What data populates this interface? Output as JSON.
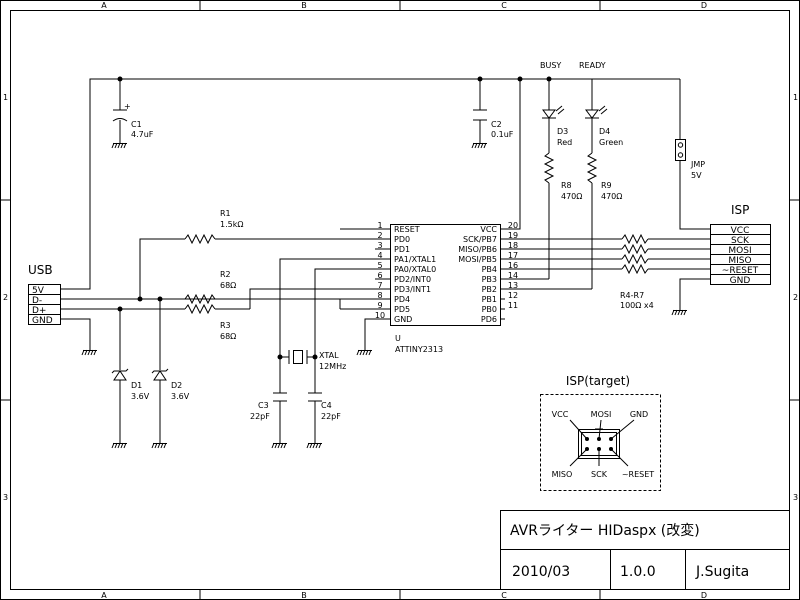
{
  "frame": {
    "col_labels": [
      "A",
      "B",
      "C",
      "D"
    ],
    "row_labels": [
      "1",
      "2",
      "3"
    ]
  },
  "usb": {
    "title": "USB",
    "pins": [
      "5V",
      "D-",
      "D+",
      "GND"
    ]
  },
  "isp_connector": {
    "title": "ISP",
    "pins": [
      "VCC",
      "SCK",
      "MOSI",
      "MISO",
      "~RESET",
      "GND"
    ]
  },
  "isp_target": {
    "title": "ISP(target)",
    "top_labels": [
      "VCC",
      "MOSI",
      "GND"
    ],
    "bottom_labels": [
      "MISO",
      "SCK",
      "~RESET"
    ]
  },
  "mcu": {
    "ref": "U",
    "part": "ATTINY2313",
    "left_pins": [
      {
        "num": "1",
        "name": "RESET"
      },
      {
        "num": "2",
        "name": "PD0"
      },
      {
        "num": "3",
        "name": "PD1"
      },
      {
        "num": "4",
        "name": "PA1/XTAL1"
      },
      {
        "num": "5",
        "name": "PA0/XTAL0"
      },
      {
        "num": "6",
        "name": "PD2/INT0"
      },
      {
        "num": "7",
        "name": "PD3/INT1"
      },
      {
        "num": "8",
        "name": "PD4"
      },
      {
        "num": "9",
        "name": "PD5"
      },
      {
        "num": "10",
        "name": "GND"
      }
    ],
    "right_pins": [
      {
        "num": "20",
        "name": "VCC"
      },
      {
        "num": "19",
        "name": "SCK/PB7"
      },
      {
        "num": "18",
        "name": "MISO/PB6"
      },
      {
        "num": "17",
        "name": "MOSI/PB5"
      },
      {
        "num": "16",
        "name": "PB4"
      },
      {
        "num": "14",
        "name": "PB3"
      },
      {
        "num": "13",
        "name": "PB2"
      },
      {
        "num": "12",
        "name": "PB1"
      },
      {
        "num": "11",
        "name": "PB0"
      },
      {
        "num": "",
        "name": "PD6"
      }
    ]
  },
  "components": {
    "c1": {
      "ref": "C1",
      "value": "4.7uF"
    },
    "c2": {
      "ref": "C2",
      "value": "0.1uF"
    },
    "c3": {
      "ref": "C3",
      "value": "22pF"
    },
    "c4": {
      "ref": "C4",
      "value": "22pF"
    },
    "r1": {
      "ref": "R1",
      "value": "1.5kΩ"
    },
    "r2": {
      "ref": "R2",
      "value": "68Ω"
    },
    "r3": {
      "ref": "R3",
      "value": "68Ω"
    },
    "r8": {
      "ref": "R8",
      "value": "470Ω"
    },
    "r9": {
      "ref": "R9",
      "value": "470Ω"
    },
    "r4r7": {
      "ref": "R4-R7",
      "value": "100Ω x4"
    },
    "d1": {
      "ref": "D1",
      "value": "3.6V"
    },
    "d2": {
      "ref": "D2",
      "value": "3.6V"
    },
    "d3": {
      "ref": "D3",
      "value": "Red"
    },
    "d4": {
      "ref": "D4",
      "value": "Green"
    },
    "xtal": {
      "ref": "XTAL",
      "value": "12MHz"
    },
    "jmp": {
      "ref": "JMP",
      "value": "5V"
    }
  },
  "net_labels": {
    "busy": "BUSY",
    "ready": "READY"
  },
  "title_block": {
    "title": "AVRライター HIDaspx (改変)",
    "date": "2010/03",
    "version": "1.0.0",
    "author": "J.Sugita"
  }
}
